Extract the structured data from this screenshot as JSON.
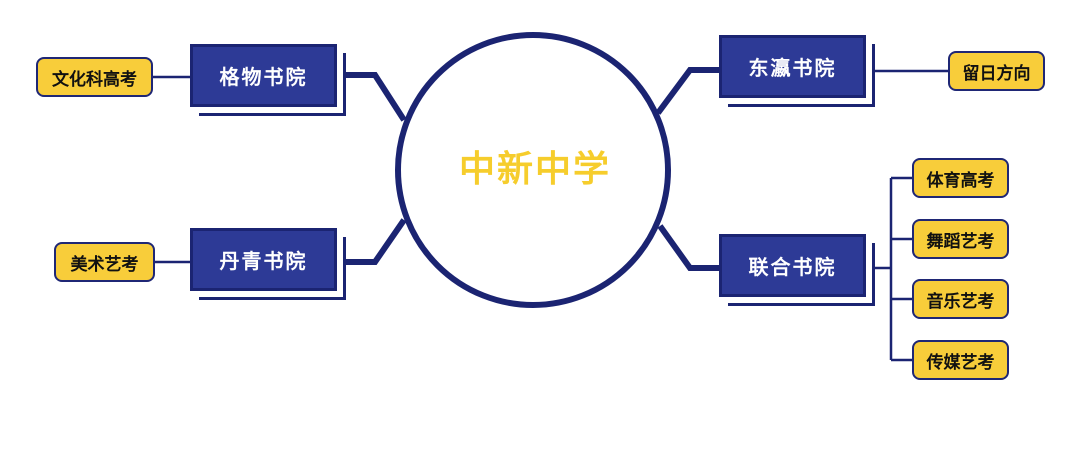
{
  "center": {
    "title": "中新中学"
  },
  "academies": [
    {
      "name": "格物书院",
      "leaves": [
        "文化科高考"
      ]
    },
    {
      "name": "丹青书院",
      "leaves": [
        "美术艺考"
      ]
    },
    {
      "name": "东瀛书院",
      "leaves": [
        "留日方向"
      ]
    },
    {
      "name": "联合书院",
      "leaves": [
        "体育高考",
        "舞蹈艺考",
        "音乐艺考",
        "传媒艺考"
      ]
    }
  ],
  "colors": {
    "navy": "#1b2472",
    "box_fill": "#2d3a96",
    "leaf_fill": "#f8cd3a",
    "title": "#f6cd2c"
  }
}
